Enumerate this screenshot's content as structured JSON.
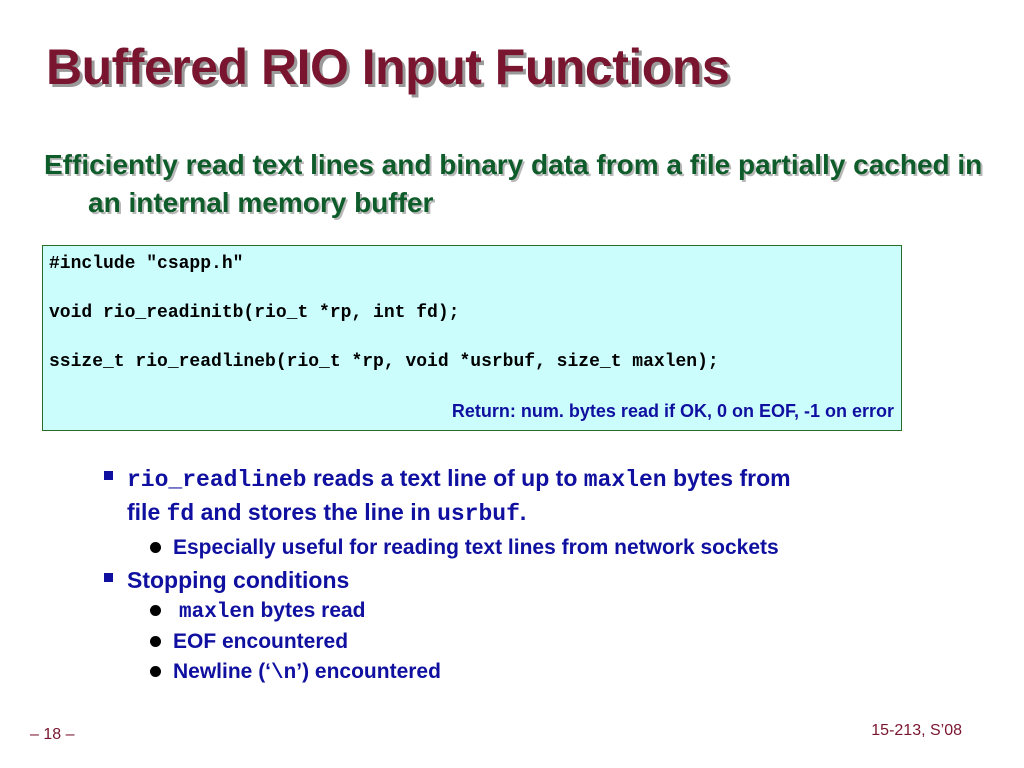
{
  "slide": {
    "title": "Buffered RIO Input Functions",
    "lead": "Efficiently read text lines and binary data from a file partially cached in an internal memory buffer"
  },
  "code": {
    "line1": "#include \"csapp.h\"",
    "line2": "void rio_readinitb(rio_t *rp, int fd);",
    "line3": "ssize_t rio_readlineb(rio_t *rp, void *usrbuf, size_t maxlen);",
    "return_note": "Return: num. bytes read if OK, 0 on EOF, -1 on error"
  },
  "bullets": {
    "b1": {
      "fn": "rio_readlineb",
      "t1": " reads a text line of up to ",
      "maxlen": "maxlen",
      "t2": " bytes from",
      "t3": "file ",
      "fd": "fd",
      "t4": " and stores the line in ",
      "usrbuf": "usrbuf",
      "t5": "."
    },
    "b1_sub": "Especially useful for reading text lines from network sockets",
    "b2": "Stopping conditions",
    "b2_sub1_code": "maxlen",
    "b2_sub1_text": " bytes read",
    "b2_sub2": "EOF encountered",
    "b2_sub3_pre": "Newline (‘",
    "b2_sub3_code": "\\n",
    "b2_sub3_post": "’) encountered"
  },
  "footer": {
    "page": "– 18 –",
    "course": "15-213, S’08"
  }
}
